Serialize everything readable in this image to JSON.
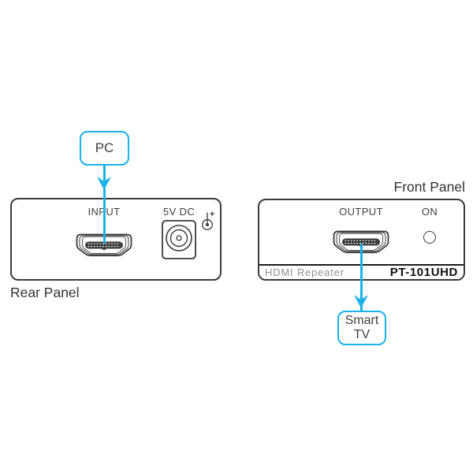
{
  "diagram": {
    "source_device": {
      "label": "PC"
    },
    "sink_device": {
      "label": "Smart TV"
    },
    "rear_panel": {
      "caption": "Rear Panel",
      "input_port_label": "INPUT",
      "power_label": "5V DC",
      "polarity_plus": "+"
    },
    "front_panel": {
      "caption": "Front Panel",
      "output_port_label": "OUTPUT",
      "led_label": "ON",
      "product_type": "HDMI Repeater",
      "model": "PT-101UHD"
    },
    "colors": {
      "accent": "#1AB2E8",
      "outline": "#3A3A3A",
      "text": "#404040",
      "muted": "#909090"
    }
  }
}
